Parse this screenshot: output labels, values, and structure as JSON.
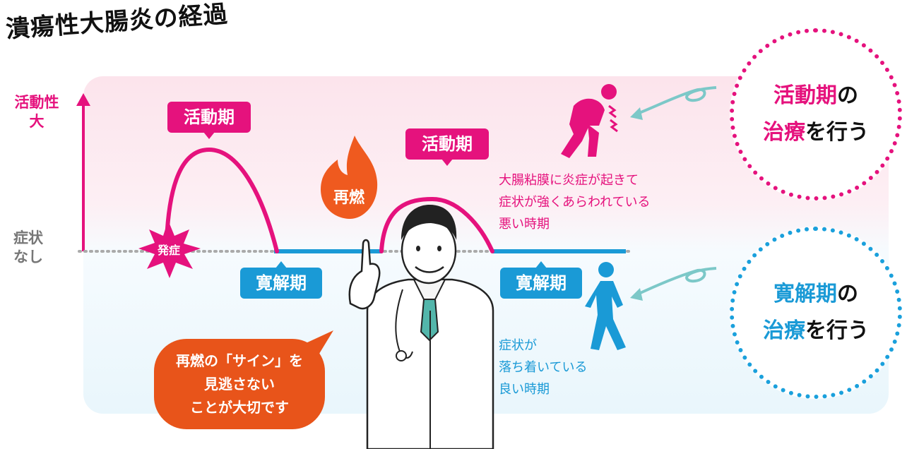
{
  "title": "潰瘍性大腸炎の経過",
  "axis": {
    "top_label_line1": "活動性",
    "top_label_line2": "大",
    "baseline_label_line1": "症状",
    "baseline_label_line2": "なし"
  },
  "labels": {
    "onset": "発症",
    "flare": "再燃",
    "active_tag_1": "活動期",
    "active_tag_2": "活動期",
    "remission_tag_1": "寛解期",
    "remission_tag_2": "寛解期"
  },
  "active_description": [
    "大腸粘膜に炎症が起きて",
    "症状が強くあらわれている",
    "悪い時期"
  ],
  "remission_description": [
    "症状が",
    "落ち着いている",
    "良い時期"
  ],
  "active_treatment": {
    "part1": "活動期",
    "part2": "の",
    "part3": "治療",
    "part4": "を行う"
  },
  "remission_treatment": {
    "part1": "寛解期",
    "part2": "の",
    "part3": "治療",
    "part4": "を行う"
  },
  "bubble": [
    "再燃の「サイン」を",
    "見逃さない",
    "ことが大切です"
  ],
  "colors": {
    "active": "#e5127d",
    "remission": "#1a9ad6",
    "bubble": "#e8541a",
    "flame": "#ef5a1f"
  }
}
